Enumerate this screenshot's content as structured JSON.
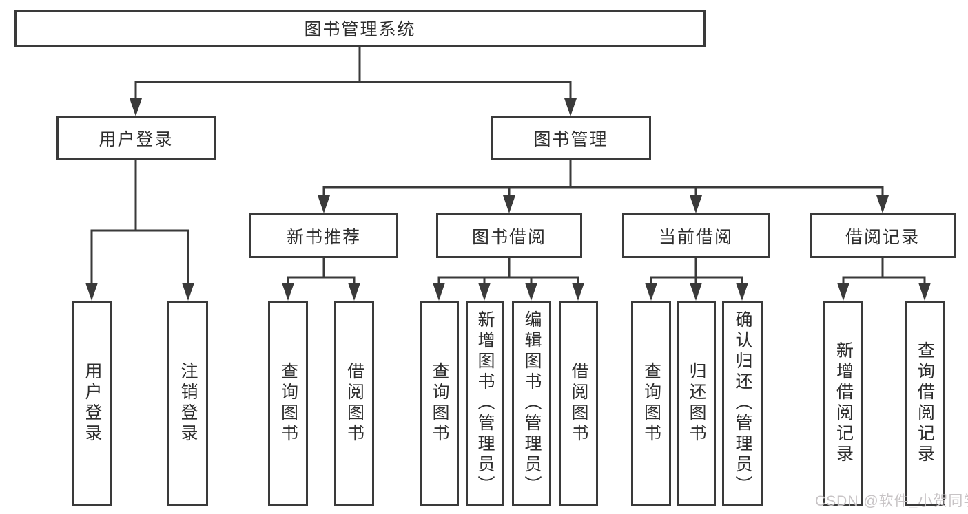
{
  "tree": {
    "root": {
      "label": "图书管理系统",
      "children": [
        {
          "label": "用户登录",
          "children": [
            {
              "label": "用户登录"
            },
            {
              "label": "注销登录"
            }
          ]
        },
        {
          "label": "图书管理",
          "children": [
            {
              "label": "新书推荐",
              "children": [
                {
                  "label": "查询图书"
                },
                {
                  "label": "借阅图书"
                }
              ]
            },
            {
              "label": "图书借阅",
              "children": [
                {
                  "label": "查询图书"
                },
                {
                  "label": "新增图书（管理员）"
                },
                {
                  "label": "编辑图书（管理员）"
                },
                {
                  "label": "借阅图书"
                }
              ]
            },
            {
              "label": "当前借阅",
              "children": [
                {
                  "label": "查询图书"
                },
                {
                  "label": "归还图书"
                },
                {
                  "label": "确认归还（管理员）"
                }
              ]
            },
            {
              "label": "借阅记录",
              "children": [
                {
                  "label": "新增借阅记录"
                },
                {
                  "label": "查询借阅记录"
                }
              ]
            }
          ]
        }
      ]
    }
  },
  "watermark": "CSDN @软件_小贺同学",
  "colors": {
    "line": "#3a3a3a",
    "box_border": "#3a3a3a",
    "text": "#2e2e2e",
    "watermark": "#c7c3c5",
    "background": "#ffffff"
  }
}
